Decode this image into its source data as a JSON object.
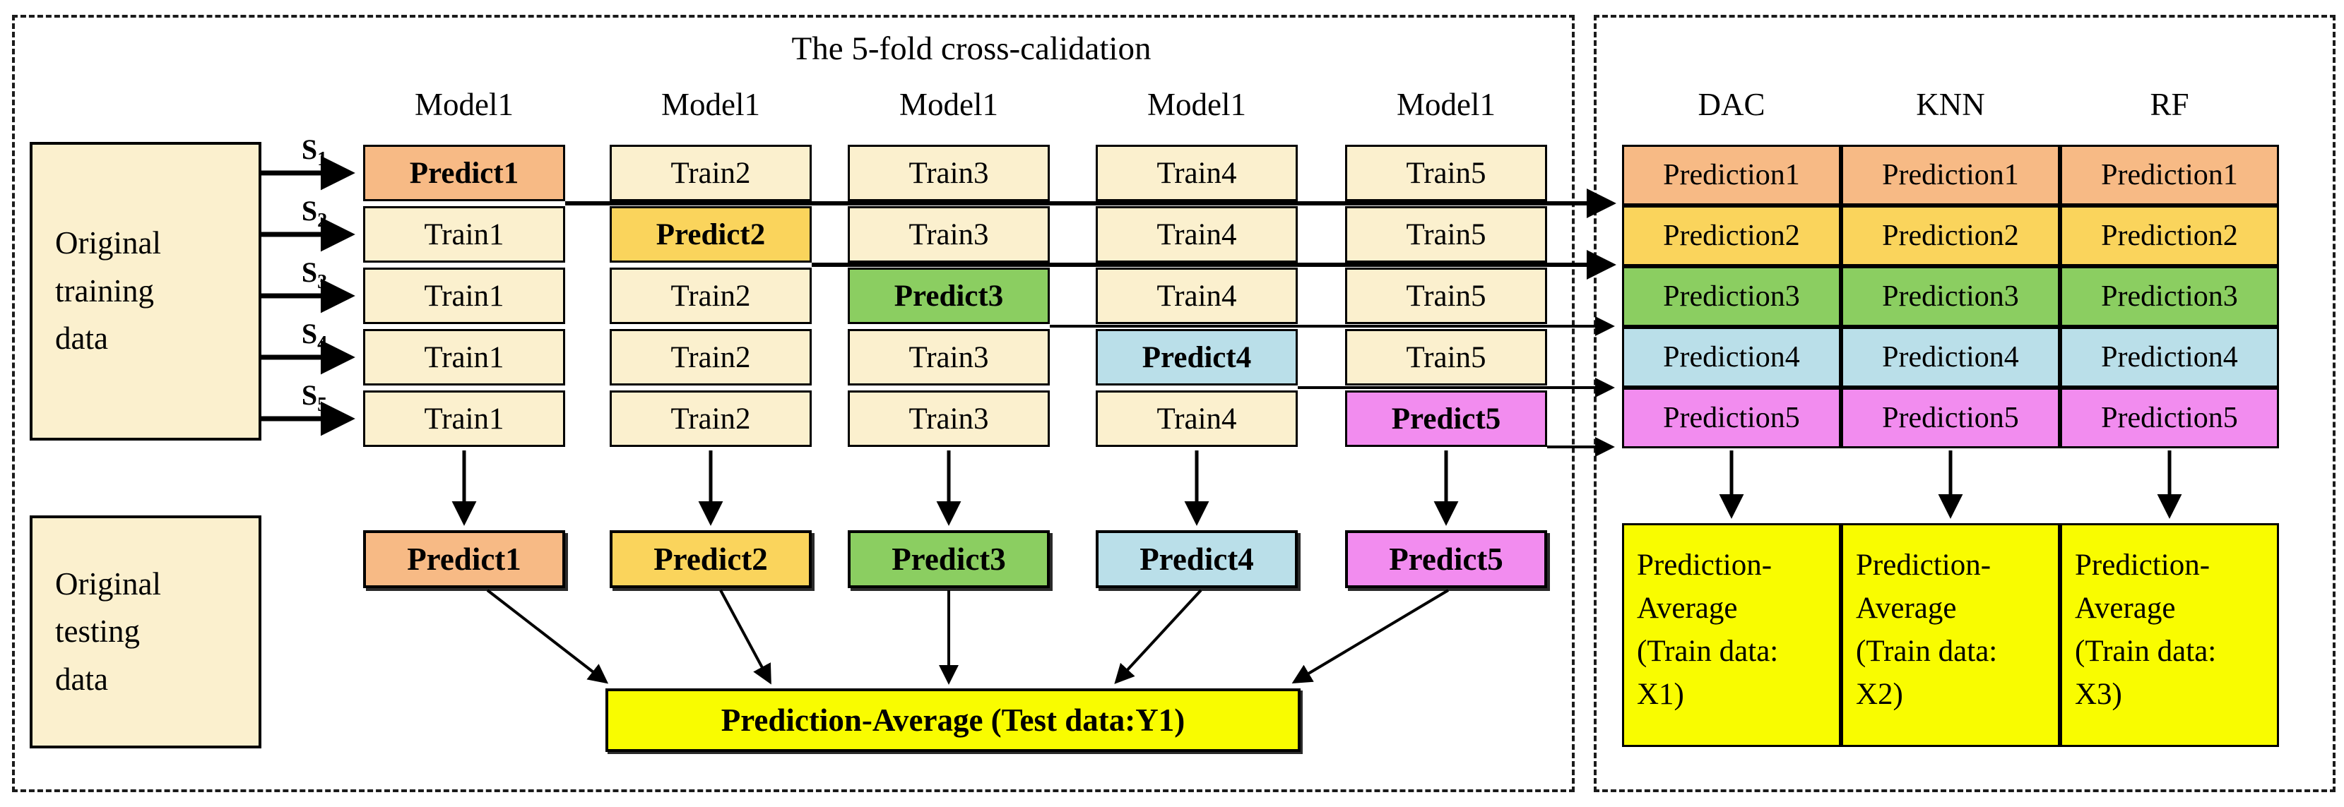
{
  "colors": {
    "cream": "#FBF0CE",
    "orange": "#F7BA85",
    "gold": "#FAD45C",
    "green": "#8BCE61",
    "blue": "#BADFE9",
    "magenta": "#F28CEF",
    "yellow": "#F9FC00",
    "border": "#000000"
  },
  "cv_panel": {
    "title": "The 5-fold cross-calidation",
    "training_box": "Original\ntraining\ndata",
    "testing_box": "Original\ntesting\ndata",
    "splits": [
      {
        "base": "S",
        "sub": "1"
      },
      {
        "base": "S",
        "sub": "2"
      },
      {
        "base": "S",
        "sub": "3"
      },
      {
        "base": "S",
        "sub": "4"
      },
      {
        "base": "S",
        "sub": "5"
      }
    ],
    "columns": [
      {
        "header": "Model1",
        "cells": [
          "Predict1",
          "Train1",
          "Train1",
          "Train1",
          "Train1"
        ]
      },
      {
        "header": "Model1",
        "cells": [
          "Train2",
          "Predict2",
          "Train2",
          "Train2",
          "Train2"
        ]
      },
      {
        "header": "Model1",
        "cells": [
          "Train3",
          "Train3",
          "Predict3",
          "Train3",
          "Train3"
        ]
      },
      {
        "header": "Model1",
        "cells": [
          "Train4",
          "Train4",
          "Train4",
          "Predict4",
          "Train4"
        ]
      },
      {
        "header": "Model1",
        "cells": [
          "Train5",
          "Train5",
          "Train5",
          "Train5",
          "Predict5"
        ]
      }
    ],
    "fold_predictions": [
      "Predict1",
      "Predict2",
      "Predict3",
      "Predict4",
      "Predict5"
    ],
    "average_box": "Prediction-Average (Test data:Y1)"
  },
  "stacking_panel": {
    "columns": [
      {
        "header": "DAC",
        "cells": [
          "Prediction1",
          "Prediction2",
          "Prediction3",
          "Prediction4",
          "Prediction5"
        ],
        "average": "Prediction-\nAverage\n(Train data:\nX1)"
      },
      {
        "header": "KNN",
        "cells": [
          "Prediction1",
          "Prediction2",
          "Prediction3",
          "Prediction4",
          "Prediction5"
        ],
        "average": "Prediction-\nAverage\n(Train data:\nX2)"
      },
      {
        "header": "RF",
        "cells": [
          "Prediction1",
          "Prediction2",
          "Prediction3",
          "Prediction4",
          "Prediction5"
        ],
        "average": "Prediction-\nAverage\n(Train data:\nX3)"
      }
    ]
  }
}
